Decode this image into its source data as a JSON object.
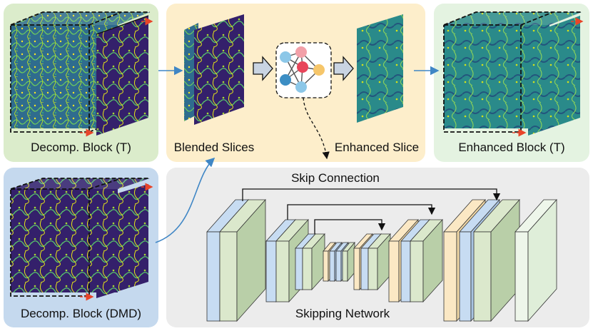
{
  "panels": {
    "decomp_t": {
      "label": "Decomp. Block (T)",
      "color": "#dbeccb"
    },
    "blend": {
      "label_blended": "Blended Slices",
      "label_enhanced": "Enhanced Slice",
      "color": "#fdeecb"
    },
    "enhanced_block": {
      "label": "Enhanced Block (T)",
      "color": "#e4f3e1"
    },
    "decomp_dmd": {
      "label": "Decomp. Block (DMD)",
      "color": "#c5d9ee"
    },
    "network": {
      "skip_label": "Skip Connection",
      "label": "Skipping Network",
      "color": "#ececec"
    }
  },
  "colors": {
    "arrow_blue": "#3f86c5",
    "dash_red": "#e8452a",
    "layer_blue": "#c7dcf2",
    "layer_green": "#dbe8cc",
    "layer_yellow": "#fbe8c4",
    "layer_white": "#eef6ea"
  },
  "icons": [
    "neural-network-icon",
    "right-arrow-icon"
  ]
}
